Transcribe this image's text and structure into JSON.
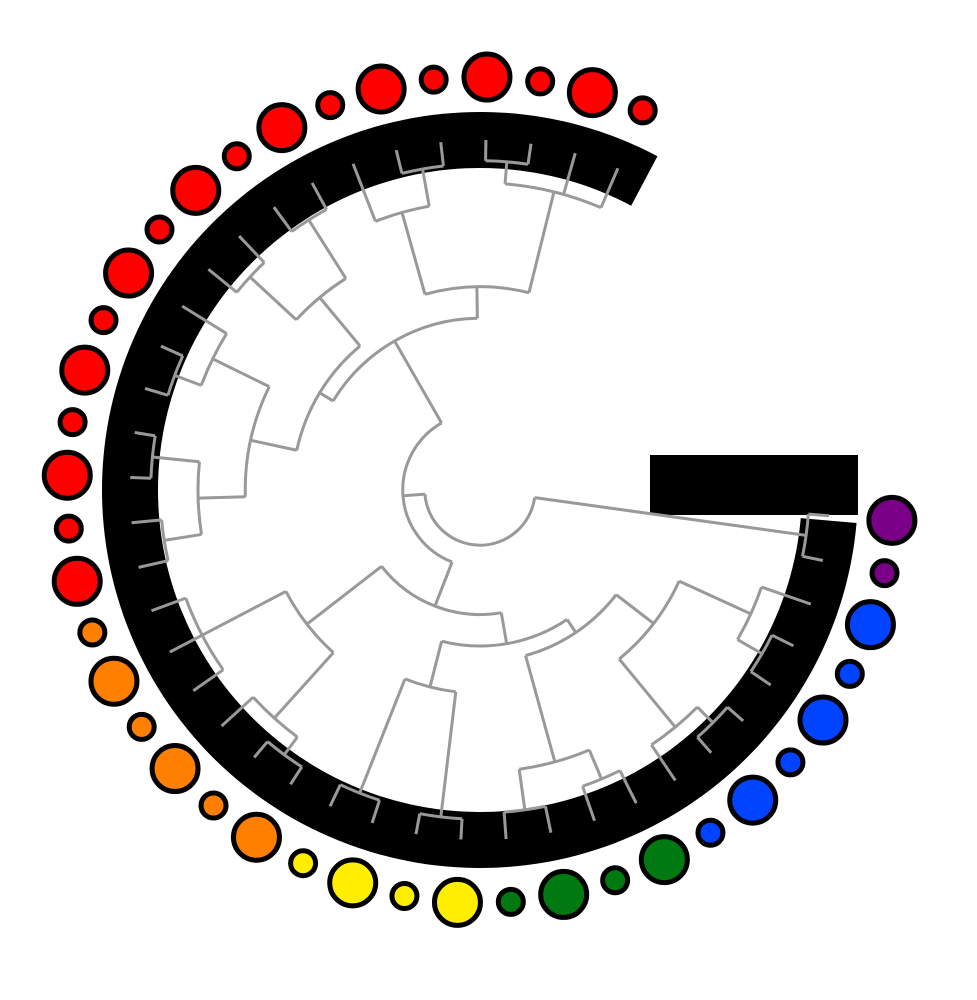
{
  "colors": {
    "ring": "#000000",
    "branch": "#999999",
    "red": "#ff0000",
    "orange": "#ff8000",
    "yellow": "#ffee00",
    "green": "#007a10",
    "blue": "#0044ff",
    "purple": "#7a0088"
  },
  "leaves": [
    {
      "group": "red",
      "size": "small"
    },
    {
      "group": "red",
      "size": "large"
    },
    {
      "group": "red",
      "size": "small"
    },
    {
      "group": "red",
      "size": "large"
    },
    {
      "group": "red",
      "size": "small"
    },
    {
      "group": "red",
      "size": "large"
    },
    {
      "group": "red",
      "size": "small"
    },
    {
      "group": "red",
      "size": "large"
    },
    {
      "group": "red",
      "size": "small"
    },
    {
      "group": "red",
      "size": "large"
    },
    {
      "group": "red",
      "size": "small"
    },
    {
      "group": "red",
      "size": "large"
    },
    {
      "group": "red",
      "size": "small"
    },
    {
      "group": "red",
      "size": "large"
    },
    {
      "group": "red",
      "size": "small"
    },
    {
      "group": "red",
      "size": "large"
    },
    {
      "group": "red",
      "size": "small"
    },
    {
      "group": "red",
      "size": "large"
    },
    {
      "group": "orange",
      "size": "small"
    },
    {
      "group": "orange",
      "size": "large"
    },
    {
      "group": "orange",
      "size": "small"
    },
    {
      "group": "orange",
      "size": "large"
    },
    {
      "group": "orange",
      "size": "small"
    },
    {
      "group": "orange",
      "size": "large"
    },
    {
      "group": "yellow",
      "size": "small"
    },
    {
      "group": "yellow",
      "size": "large"
    },
    {
      "group": "yellow",
      "size": "small"
    },
    {
      "group": "yellow",
      "size": "large"
    },
    {
      "group": "green",
      "size": "small"
    },
    {
      "group": "green",
      "size": "large"
    },
    {
      "group": "green",
      "size": "small"
    },
    {
      "group": "green",
      "size": "large"
    },
    {
      "group": "blue",
      "size": "small"
    },
    {
      "group": "blue",
      "size": "large"
    },
    {
      "group": "blue",
      "size": "small"
    },
    {
      "group": "blue",
      "size": "large"
    },
    {
      "group": "blue",
      "size": "small"
    },
    {
      "group": "blue",
      "size": "large"
    },
    {
      "group": "purple",
      "size": "small"
    },
    {
      "group": "purple",
      "size": "large"
    }
  ],
  "tree": {
    "h": 0.92,
    "c": [
      {
        "h": 0.85,
        "c": [
          {
            "h": 0.55,
            "c": [
              {
                "h": 0.45,
                "c": [
                  {
                    "h": 0.12,
                    "c": [
                      0,
                      1,
                      {
                        "h": 0.05,
                        "c": [
                          2,
                          3
                        ]
                      }
                    ]
                  },
                  {
                    "h": 0.18,
                    "c": [
                      {
                        "h": 0.06,
                        "c": [
                          4,
                          5
                        ]
                      },
                      6
                    ]
                  }
                ]
              },
              {
                "h": 0.5,
                "c": [
                  {
                    "h": 0.3,
                    "c": [
                      {
                        "h": 0.08,
                        "c": [
                          7,
                          8
                        ]
                      },
                      {
                        "h": 0.1,
                        "c": [
                          9,
                          10
                        ]
                      }
                    ]
                  },
                  {
                    "h": 0.35,
                    "c": [
                      {
                        "h": 0.15,
                        "c": [
                          11,
                          {
                            "h": 0.06,
                            "c": [
                              12,
                              13
                            ]
                          }
                        ]
                      },
                      {
                        "h": 0.2,
                        "c": [
                          {
                            "h": 0.05,
                            "c": [
                              14,
                              15
                            ]
                          },
                          {
                            "h": 0.08,
                            "c": [
                              16,
                              17
                            ]
                          }
                        ]
                      }
                    ]
                  }
                ]
              }
            ]
          },
          {
            "h": 0.7,
            "c": [
              {
                "h": 0.4,
                "c": [
                  {
                    "h": 0.1,
                    "c": [
                      18,
                      19,
                      20
                    ]
                  },
                  {
                    "h": 0.12,
                    "c": [
                      21,
                      {
                        "h": 0.05,
                        "c": [
                          22,
                          23
                        ]
                      }
                    ]
                  }
                ]
              },
              {
                "h": 0.6,
                "c": [
                  {
                    "h": 0.45,
                    "c": [
                      {
                        "h": 0.06,
                        "c": [
                          24,
                          25
                        ]
                      },
                      {
                        "h": 0.05,
                        "c": [
                          26,
                          27
                        ]
                      }
                    ]
                  },
                  {
                    "h": 0.55,
                    "c": [
                      {
                        "h": 0.2,
                        "c": [
                          {
                            "h": 0.07,
                            "c": [
                              28,
                              29
                            ]
                          },
                          {
                            "h": 0.1,
                            "c": [
                              30,
                              31
                            ]
                          }
                        ]
                      },
                      {
                        "h": 0.4,
                        "c": [
                          {
                            "h": 0.12,
                            "c": [
                              32,
                              {
                                "h": 0.05,
                                "c": [
                                  33,
                                  34
                                ]
                              }
                            ]
                          },
                          {
                            "h": 0.15,
                            "c": [
                              {
                                "h": 0.06,
                                "c": [
                                  35,
                                  36
                                ]
                              },
                              37
                            ]
                          }
                        ]
                      }
                    ]
                  }
                ]
              }
            ]
          }
        ]
      },
      {
        "h": 0.05,
        "c": [
          38,
          39
        ]
      }
    ]
  }
}
